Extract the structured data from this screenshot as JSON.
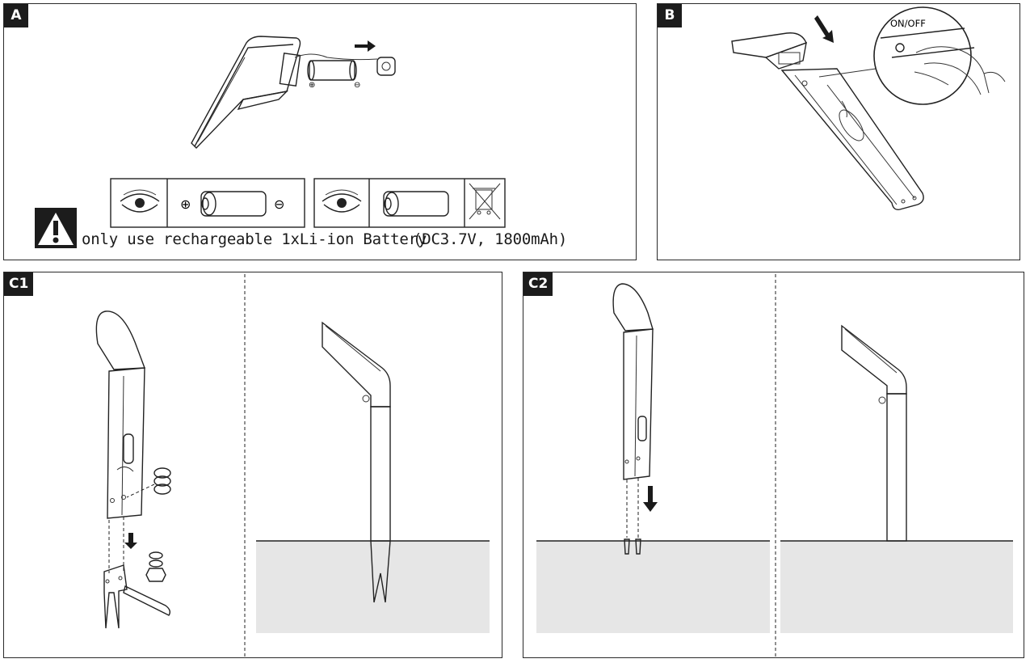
{
  "panels": {
    "a": {
      "label": "A"
    },
    "b": {
      "label": "B",
      "switch_label": "ON/OFF"
    },
    "c1": {
      "label": "C1"
    },
    "c2": {
      "label": "C2"
    }
  },
  "battery_icons": {
    "plus": "⊕",
    "minus": "⊖"
  },
  "warning": {
    "text": "only use rechargeable 1xLi-ion Battery",
    "spec": "(DC3.7V, 1800mAh)",
    "icon": "warning-triangle-icon"
  },
  "colors": {
    "ground": "#e6e6e6",
    "tag_bg": "#1c1c1c",
    "line": "#222222"
  }
}
